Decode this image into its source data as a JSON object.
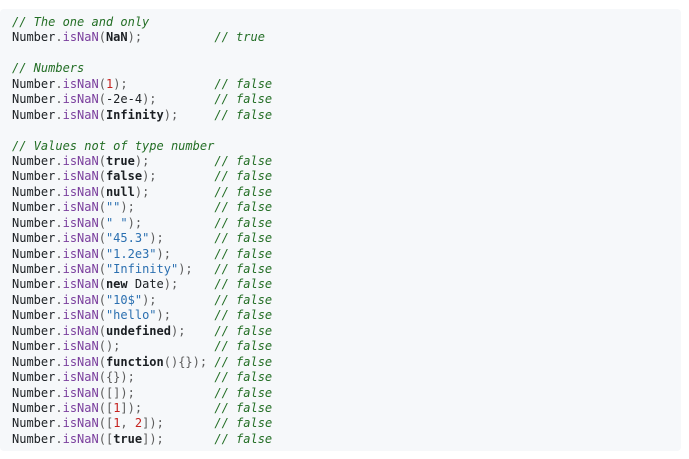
{
  "code": {
    "groups": [
      {
        "comment": "// The one and only",
        "lines": [
          {
            "obj": "Number",
            "method": "isNaN",
            "arg": [
              {
                "t": "kw",
                "v": "NaN"
              }
            ],
            "pad": "          ",
            "result": "// true"
          }
        ]
      },
      {
        "comment": "// Numbers",
        "lines": [
          {
            "obj": "Number",
            "method": "isNaN",
            "arg": [
              {
                "t": "num",
                "v": "1"
              }
            ],
            "pad": "            ",
            "result": "// false"
          },
          {
            "obj": "Number",
            "method": "isNaN",
            "arg": [
              {
                "t": "plain",
                "v": "-2e-4"
              }
            ],
            "pad": "        ",
            "result": "// false"
          },
          {
            "obj": "Number",
            "method": "isNaN",
            "arg": [
              {
                "t": "kw",
                "v": "Infinity"
              }
            ],
            "pad": "     ",
            "result": "// false"
          }
        ]
      },
      {
        "comment": "// Values not of type number",
        "lines": [
          {
            "obj": "Number",
            "method": "isNaN",
            "arg": [
              {
                "t": "kw",
                "v": "true"
              }
            ],
            "pad": "         ",
            "result": "// false"
          },
          {
            "obj": "Number",
            "method": "isNaN",
            "arg": [
              {
                "t": "kw",
                "v": "false"
              }
            ],
            "pad": "        ",
            "result": "// false"
          },
          {
            "obj": "Number",
            "method": "isNaN",
            "arg": [
              {
                "t": "kw",
                "v": "null"
              }
            ],
            "pad": "         ",
            "result": "// false"
          },
          {
            "obj": "Number",
            "method": "isNaN",
            "arg": [
              {
                "t": "str",
                "v": "\"\""
              }
            ],
            "pad": "           ",
            "result": "// false"
          },
          {
            "obj": "Number",
            "method": "isNaN",
            "arg": [
              {
                "t": "str",
                "v": "\" \""
              }
            ],
            "pad": "          ",
            "result": "// false"
          },
          {
            "obj": "Number",
            "method": "isNaN",
            "arg": [
              {
                "t": "str",
                "v": "\"45.3\""
              }
            ],
            "pad": "       ",
            "result": "// false"
          },
          {
            "obj": "Number",
            "method": "isNaN",
            "arg": [
              {
                "t": "str",
                "v": "\"1.2e3\""
              }
            ],
            "pad": "      ",
            "result": "// false"
          },
          {
            "obj": "Number",
            "method": "isNaN",
            "arg": [
              {
                "t": "str",
                "v": "\"Infinity\""
              }
            ],
            "pad": "   ",
            "result": "// false"
          },
          {
            "obj": "Number",
            "method": "isNaN",
            "arg": [
              {
                "t": "kw",
                "v": "new"
              },
              {
                "t": "plain",
                "v": " Date"
              }
            ],
            "pad": "     ",
            "result": "// false"
          },
          {
            "obj": "Number",
            "method": "isNaN",
            "arg": [
              {
                "t": "str",
                "v": "\"10$\""
              }
            ],
            "pad": "        ",
            "result": "// false"
          },
          {
            "obj": "Number",
            "method": "isNaN",
            "arg": [
              {
                "t": "str",
                "v": "\"hello\""
              }
            ],
            "pad": "      ",
            "result": "// false"
          },
          {
            "obj": "Number",
            "method": "isNaN",
            "arg": [
              {
                "t": "kw",
                "v": "undefined"
              }
            ],
            "pad": "    ",
            "result": "// false"
          },
          {
            "obj": "Number",
            "method": "isNaN",
            "arg": [],
            "pad": "             ",
            "result": "// false"
          },
          {
            "obj": "Number",
            "method": "isNaN",
            "arg": [
              {
                "t": "kw",
                "v": "function"
              },
              {
                "t": "punct",
                "v": "(){}"
              }
            ],
            "pad": " ",
            "result": "// false"
          },
          {
            "obj": "Number",
            "method": "isNaN",
            "arg": [
              {
                "t": "punct",
                "v": "{}"
              }
            ],
            "pad": "           ",
            "result": "// false"
          },
          {
            "obj": "Number",
            "method": "isNaN",
            "arg": [
              {
                "t": "punct",
                "v": "[]"
              }
            ],
            "pad": "           ",
            "result": "// false"
          },
          {
            "obj": "Number",
            "method": "isNaN",
            "arg": [
              {
                "t": "punct",
                "v": "["
              },
              {
                "t": "num",
                "v": "1"
              },
              {
                "t": "punct",
                "v": "]"
              }
            ],
            "pad": "          ",
            "result": "// false"
          },
          {
            "obj": "Number",
            "method": "isNaN",
            "arg": [
              {
                "t": "punct",
                "v": "["
              },
              {
                "t": "num",
                "v": "1"
              },
              {
                "t": "punct",
                "v": ", "
              },
              {
                "t": "num",
                "v": "2"
              },
              {
                "t": "punct",
                "v": "]"
              }
            ],
            "pad": "       ",
            "result": "// false"
          },
          {
            "obj": "Number",
            "method": "isNaN",
            "arg": [
              {
                "t": "punct",
                "v": "["
              },
              {
                "t": "kw",
                "v": "true"
              },
              {
                "t": "punct",
                "v": "]"
              }
            ],
            "pad": "       ",
            "result": "// false"
          }
        ]
      }
    ]
  }
}
